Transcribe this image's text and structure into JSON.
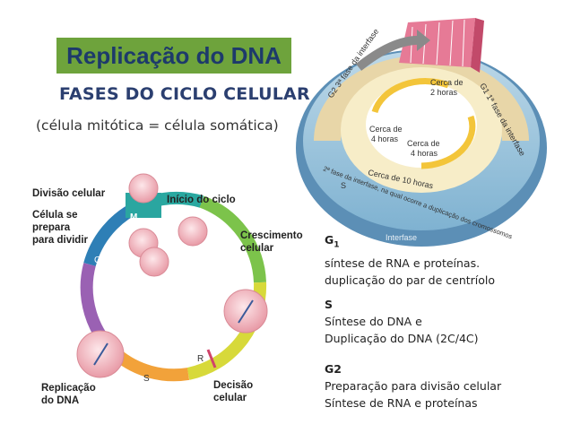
{
  "title": "Replicação do DNA",
  "subtitle": "FASES DO CICLO CELULAR",
  "note": "(célula mitótica = célula somática)",
  "left_diagram": {
    "labels": {
      "divisao": "Divisão celular",
      "prepara": [
        "Célula se",
        "prepara",
        "para dividir"
      ],
      "inicio": "Início do ciclo",
      "crescimento": [
        "Crescimento",
        "celular"
      ],
      "replicacao": [
        "Replicação",
        "do DNA"
      ],
      "decisao": [
        "Decisão",
        "celular"
      ]
    },
    "wheel_letters": {
      "m": "M",
      "g1": "G1",
      "g2": "G2",
      "s": "S",
      "r": "R"
    }
  },
  "right_diagram": {
    "outer_labels": {
      "g2": "G2 3ª fase da interfase",
      "g1": "G1 1ª fase da interfase",
      "s_band": "2ª fase da interfase, na qual ocorre a duplicação dos cromossomos",
      "s": "S",
      "interfase": "Interfase",
      "cerca_10": "Cerca de 10 horas",
      "cerca_4a": [
        "Cerca de",
        "4 horas"
      ],
      "cerca_4b": [
        "Cerca de",
        "4 horas"
      ],
      "cerca_2": [
        "Cerca de",
        "2 horas"
      ]
    }
  },
  "phases": [
    {
      "name": "G",
      "sub": "1",
      "lines": [
        "síntese de RNA e proteínas.",
        "duplicação do par de  centríolo"
      ]
    },
    {
      "name": "S",
      "sub": "",
      "lines": [
        "Síntese do DNA e",
        "Duplicação do DNA (2C/4C)"
      ]
    },
    {
      "name": "G2",
      "sub": "",
      "lines": [
        "Preparação para divisão celular",
        "Síntese de RNA e proteínas"
      ]
    }
  ],
  "colors": {
    "title_bg": "#6ea33c",
    "title_text": "#1d3a6b",
    "subtitle": "#2b3f70"
  }
}
